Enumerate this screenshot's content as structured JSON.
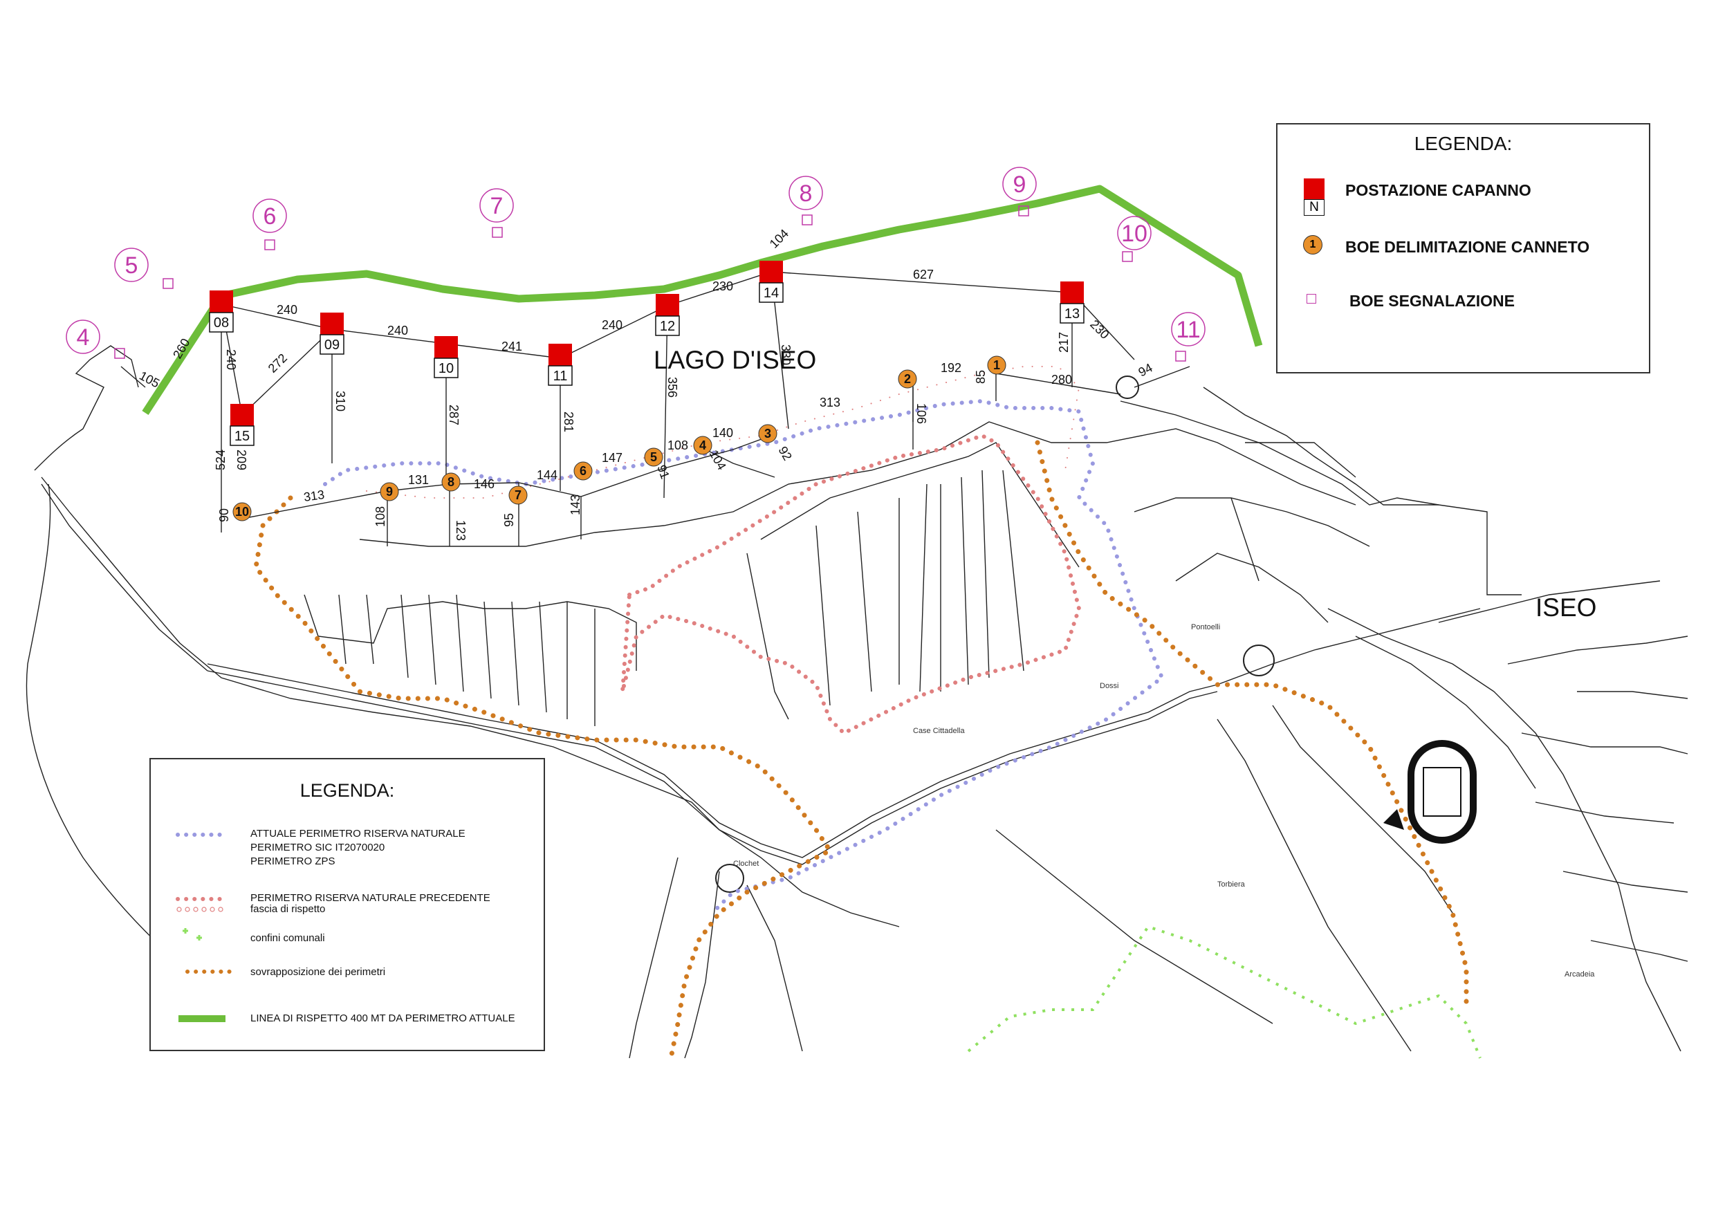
{
  "colors": {
    "capanno_red": "#e00000",
    "canneto_orange": "#e8902a",
    "segnalazione_magenta": "#c13aa8",
    "rispetto_green": "#6dbd3a",
    "perimetro_attuale_blue": "#9999e0",
    "perimetro_precedente_red": "#e08080",
    "sovrapposizione_orange": "#d07a20",
    "confini_green": "#8fe060"
  },
  "places": {
    "lake": "LAGO D'ISEO",
    "town": "ISEO"
  },
  "legend_top": {
    "title": "LEGENDA:",
    "items": [
      {
        "label": "POSTAZIONE CAPANNO",
        "icon": "capanno-icon",
        "symbol": "N"
      },
      {
        "label": "BOE DELIMITAZIONE CANNETO",
        "icon": "canneto-buoy-icon",
        "symbol": "1"
      },
      {
        "label": "BOE SEGNALAZIONE",
        "icon": "segnalazione-buoy-icon"
      }
    ]
  },
  "legend_bottom": {
    "title": "LEGENDA:",
    "items": [
      {
        "label": "ATTUALE PERIMETRO RISERVA NATURALE",
        "icon": "blue-dotted-line-icon"
      },
      {
        "label": "PERIMETRO SIC IT2070020"
      },
      {
        "label": "PERIMETRO ZPS"
      },
      {
        "label": "PERIMETRO RISERVA NATURALE PRECEDENTE",
        "icon": "red-dotted-line-icon"
      },
      {
        "label": "fascia di rispetto",
        "icon": "red-open-circle-line-icon"
      },
      {
        "label": "confini comunali",
        "icon": "green-cross-line-icon"
      },
      {
        "label": "sovrapposizione dei perimetri",
        "icon": "orange-dotted-line-icon"
      },
      {
        "label": "LINEA DI RISPETTO 400 MT DA PERIMETRO ATTUALE",
        "icon": "green-thick-line-icon"
      }
    ]
  },
  "capanni": [
    "08",
    "09",
    "10",
    "11",
    "12",
    "14",
    "13",
    "15"
  ],
  "canneto_buoys": [
    "10",
    "9",
    "8",
    "7",
    "6",
    "5",
    "4",
    "3",
    "2",
    "1"
  ],
  "segnalazione_buoys": [
    "4",
    "5",
    "6",
    "7",
    "8",
    "9",
    "10",
    "11"
  ],
  "distances": [
    "240",
    "240",
    "241",
    "240",
    "230",
    "627",
    "104",
    "105",
    "260",
    "240",
    "272",
    "310",
    "287",
    "281",
    "356",
    "330",
    "217",
    "230",
    "94",
    "280",
    "192",
    "85",
    "106",
    "313",
    "92",
    "140",
    "108",
    "91",
    "104",
    "147",
    "144",
    "143",
    "146",
    "131",
    "123",
    "95",
    "108",
    "313",
    "524",
    "209",
    "90"
  ],
  "small_labels": [
    "Torbiera",
    "Pontoelli",
    "Dossi",
    "Arcadeia",
    "Clochet",
    "Case Cittadella"
  ]
}
